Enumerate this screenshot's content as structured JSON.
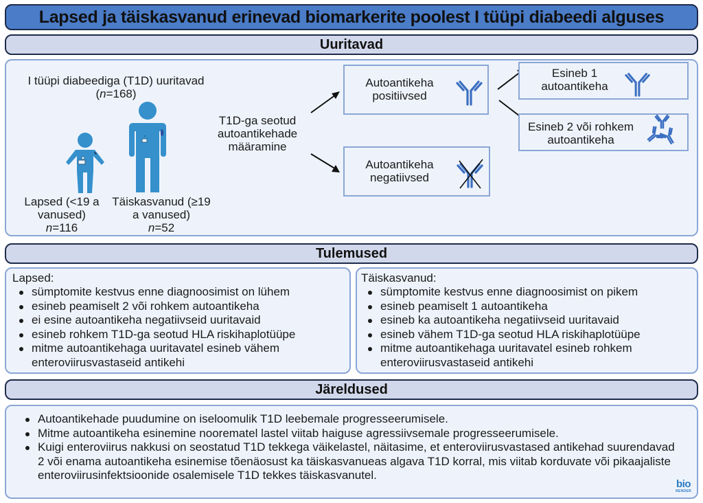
{
  "title": "Lapsed ja täiskasvanud erinevad biomarkerite poolest I tüüpi diabeedi alguses",
  "colors": {
    "title_bg": "#4a7cc8",
    "section_header_bg": "#d2d8eb",
    "panel_bg": "#eef3fb",
    "panel_border": "#8aa6d6",
    "figure_blue": "#3590cc",
    "antibody_blue": "#3b6fc1"
  },
  "sections": {
    "uuritavad": {
      "header": "Uuritavad",
      "total_label": "I tüüpi diabeediga (T1D) uuritavad",
      "total_n_prefix": "(",
      "total_n_italic": "n",
      "total_n_value": "=168)",
      "children": {
        "icon": "child-figure-icon",
        "label_line1": "Lapsed (<19 a",
        "label_line2": "vanused)",
        "n_italic": "n",
        "n_value": "=116"
      },
      "adults": {
        "icon": "adult-figure-icon",
        "label_line1": "Täiskasvanud (≥19",
        "label_line2": "a vanused)",
        "n_italic": "n",
        "n_value": "=52"
      },
      "measurement": {
        "line1": "T1D-ga seotud",
        "line2": "autoantikehade",
        "line3": "määramine"
      },
      "positive_box": {
        "line1": "Autoantikeha",
        "line2": "positiivsed",
        "icon": "antibody-icon"
      },
      "negative_box": {
        "line1": "Autoantikeha",
        "line2": "negatiivsed",
        "icon": "crossed-antibody-icon"
      },
      "one_ab_box": {
        "line1": "Esineb 1",
        "line2": "autoantikeha",
        "icon": "antibody-icon"
      },
      "multi_ab_box": {
        "line1": "Esineb 2 või rohkem",
        "line2": "autoantikeha",
        "icon": "multiple-antibodies-icon"
      }
    },
    "tulemused": {
      "header": "Tulemused",
      "lapsed": {
        "label": "Lapsed:",
        "items": [
          "sümptomite kestvus enne diagnoosimist on lühem",
          "esineb peamiselt 2 või rohkem autoantikeha",
          "ei esine autoantikeha negatiivseid uuritavaid",
          "esineb rohkem T1D-ga seotud HLA riskihaplotüüpe",
          "mitme autoantikehaga uuritavatel esineb vähem enteroviirusvastaseid antikehi"
        ]
      },
      "taiskasvanud": {
        "label": "Täiskasvanud:",
        "items": [
          "sümptomite kestvus enne diagnoosimist on pikem",
          "esineb peamiselt 1 autoantikeha",
          "esineb ka autoantikeha negatiivseid uuritavaid",
          "esineb vähem T1D-ga seotud HLA riskihaplotüüpe",
          "mitme autoantikehaga uuritavatel esineb rohkem enteroviirusvastaseid antikehi"
        ]
      }
    },
    "jareldused": {
      "header": "Järeldused",
      "items": [
        "Autoantikehade puudumine on iseloomulik T1D leebemale progresseerumisele.",
        "Mitme autoantikeha esinemine noorematel lastel viitab haiguse agressiivsemale progresseerumisele.",
        "Kuigi enteroviirus nakkusi on seostatud T1D tekkega väikelastel, näitasime, et enteroviirusvastased antikehad suurendavad 2 või enama autoantikeha esinemise tõenäosust ka täiskasvanueas algava T1D korral, mis viitab korduvate või pikaajaliste enteroviirusinfektsioonide osalemisele T1D tekkes täiskasvanutel."
      ]
    }
  },
  "logo": {
    "line1": "bio",
    "line2": "RENDER"
  }
}
